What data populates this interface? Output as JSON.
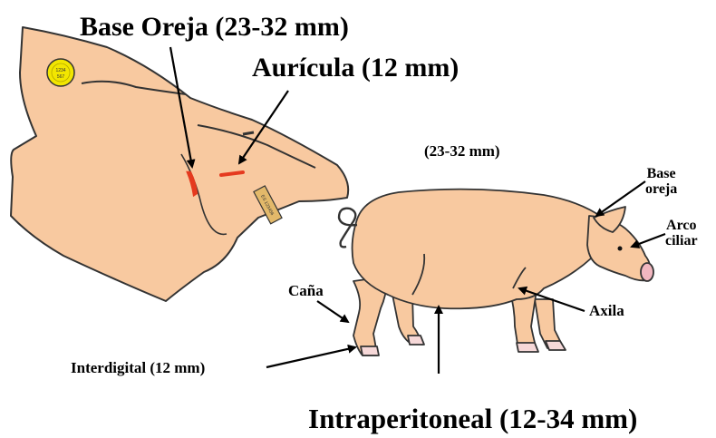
{
  "labels": {
    "base_oreja_big": "Base Oreja (23-32 mm)",
    "auricula": "Aurícula (12 mm)",
    "pig_range": "(23-32 mm)",
    "base_oreja_small_1": "Base",
    "base_oreja_small_2": "oreja",
    "arco_1": "Arco",
    "arco_2": "ciliar",
    "axila": "Axila",
    "cana": "Caña",
    "interdigital": "Interdigital (12 mm)",
    "intraperitoneal": "Intraperitoneal (12-34 mm)"
  },
  "ear_tags": {
    "round_1": "1234",
    "round_2": "567",
    "flat": "ES 123456"
  },
  "colors": {
    "skin": "#F8C9A0",
    "outline": "#333333",
    "mark": "#E53A1F",
    "round_tag": "#F2E600",
    "flat_tag": "#E3B96A",
    "arrow": "#000000"
  }
}
